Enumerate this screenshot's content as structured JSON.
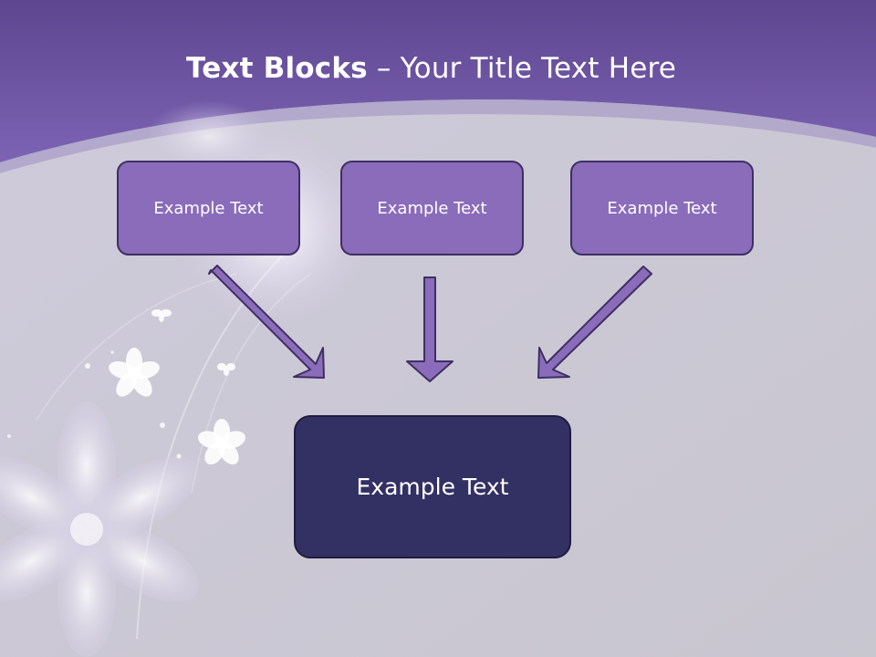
{
  "slide": {
    "title_bold": "Text Blocks",
    "title_rest": " – Your Title Text Here"
  },
  "diagram": {
    "sources": [
      {
        "label": "Example Text"
      },
      {
        "label": "Example Text"
      },
      {
        "label": "Example Text"
      }
    ],
    "target": {
      "label": "Example Text"
    }
  },
  "colors": {
    "header_purple": "#7b61ad",
    "box_purple": "#8a6cba",
    "target_navy": "#333064",
    "background_gray": "#c9c6d3"
  }
}
